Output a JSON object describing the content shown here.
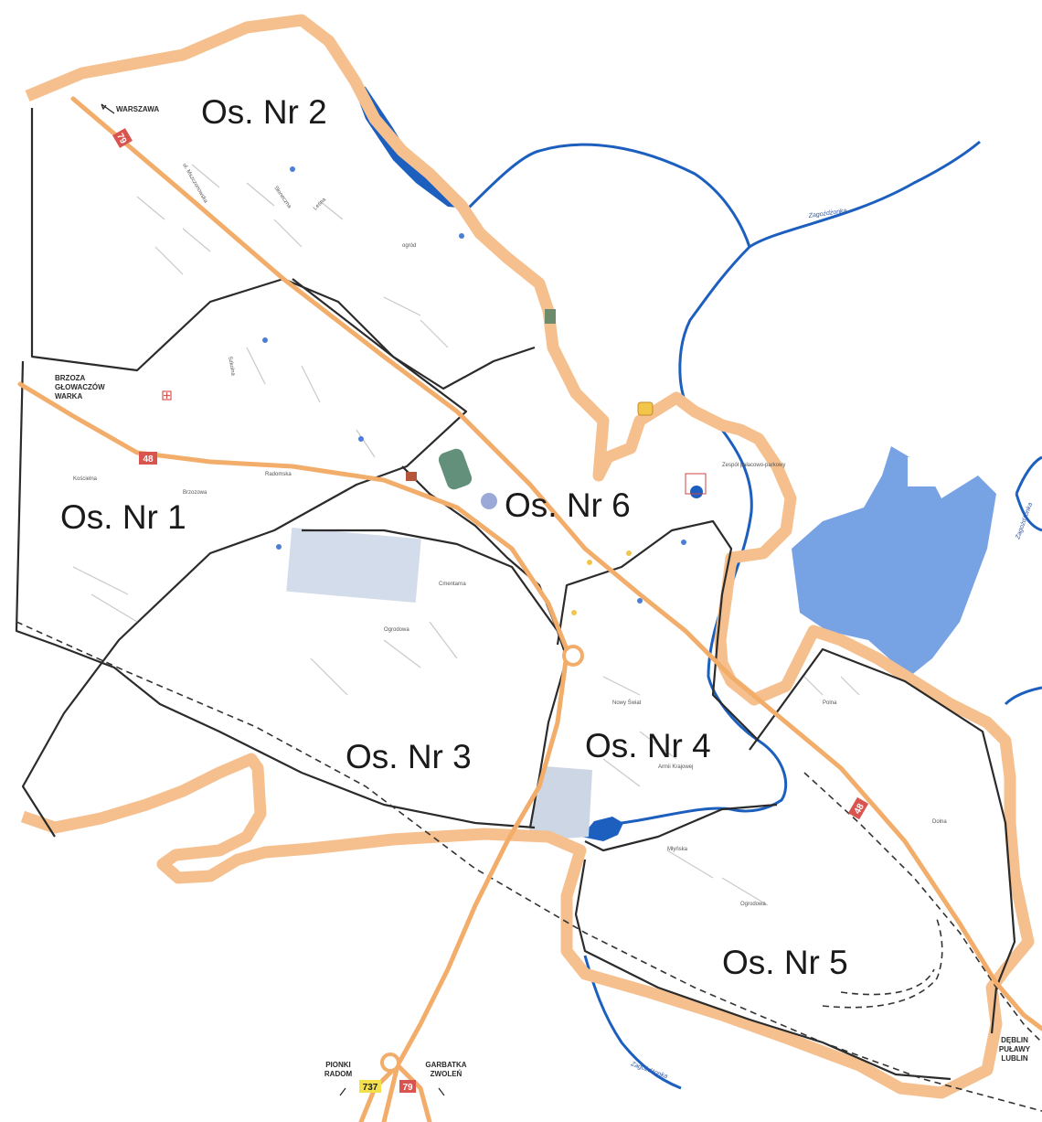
{
  "districts": [
    {
      "id": "nr1",
      "label": "Os. Nr 1"
    },
    {
      "id": "nr2",
      "label": "Os. Nr 2"
    },
    {
      "id": "nr3",
      "label": "Os. Nr 3"
    },
    {
      "id": "nr4",
      "label": "Os. Nr 4"
    },
    {
      "id": "nr5",
      "label": "Os. Nr 5"
    },
    {
      "id": "nr6",
      "label": "Os. Nr 6"
    }
  ],
  "directions": {
    "warszawa": "WARSZAWA",
    "west_line1": "BRZOZA",
    "west_line2": "GŁOWACZÓW",
    "west_line3": "WARKA",
    "south_left_line1": "PIONKI",
    "south_left_line2": "RADOM",
    "south_right_line1": "GARBATKA",
    "south_right_line2": "ZWOLEŃ",
    "southeast_line1": "DĘBLIN",
    "southeast_line2": "PUŁAWY",
    "southeast_line3": "LUBLIN"
  },
  "roads": {
    "r79_top": "79",
    "r48_west": "48",
    "r48_east": "48",
    "r737": "737",
    "r79_south": "79"
  },
  "rivers": {
    "north": "Zagożdżonka",
    "south": "Zagożdżonka",
    "east": "Zagożdżonka"
  },
  "landmarks": {
    "palace": "Zespół pałacowo-parkowy"
  },
  "colors": {
    "boundary": "#f5c08e",
    "road": "#f3ad6b",
    "water": "#5f93e0",
    "river": "#1c5fbf",
    "district_line": "#2b2b2b",
    "railway": "#333333"
  }
}
